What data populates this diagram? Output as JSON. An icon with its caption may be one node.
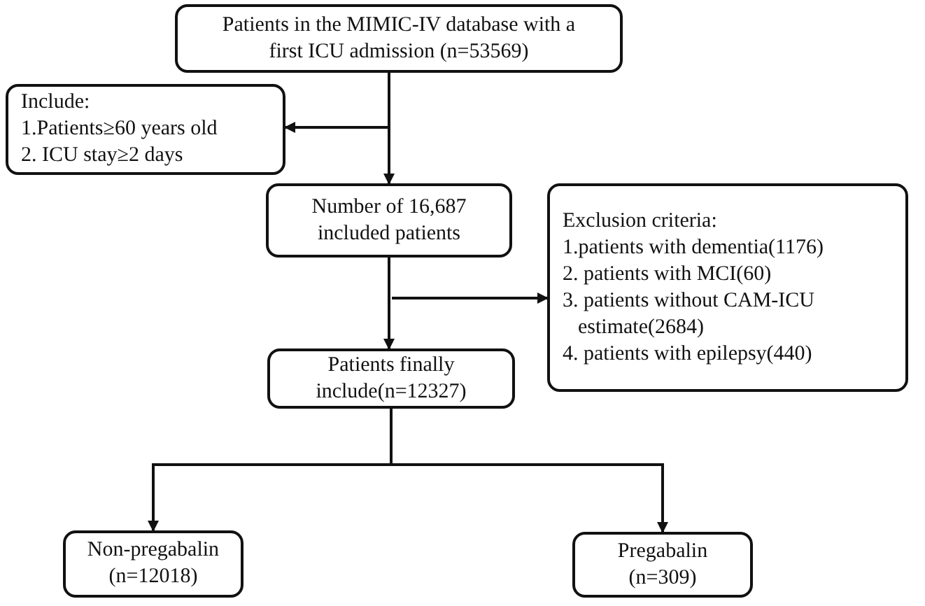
{
  "diagram": {
    "nodes": [
      {
        "text": [
          "Patients in the MIMIC-IV database with a first ICU admission (n=53569)"
        ]
      },
      {
        "text": [
          "Include:",
          "1.Patients≥60 years old",
          "2. ICU stay≥2 days"
        ]
      },
      {
        "text": [
          "Number of  16,687 included patients"
        ]
      },
      {
        "text": [
          "Exclusion criteria:",
          "1.patients with dementia(1176)",
          "2. patients with MCI(60)",
          "3. patients without CAM-ICU estimate(2684)",
          "4. patients with epilepsy(440)"
        ]
      },
      {
        "text": [
          "Patients finally include(n=12327)"
        ]
      },
      {
        "text": [
          "Non-pregabalin (n=12018)"
        ]
      },
      {
        "text": [
          "Pregabalin (n=309)"
        ]
      }
    ],
    "edges": [
      {
        "from": 0,
        "to": 2,
        "arrow": "to"
      },
      {
        "from": null,
        "to": 1,
        "arrow": "to"
      },
      {
        "from": 2,
        "to": 4,
        "arrow": "to"
      },
      {
        "from": null,
        "to": 3,
        "arrow": "to"
      },
      {
        "from": 4,
        "to": 5,
        "arrow": "to"
      },
      {
        "from": 4,
        "to": 6,
        "arrow": "to"
      }
    ]
  }
}
